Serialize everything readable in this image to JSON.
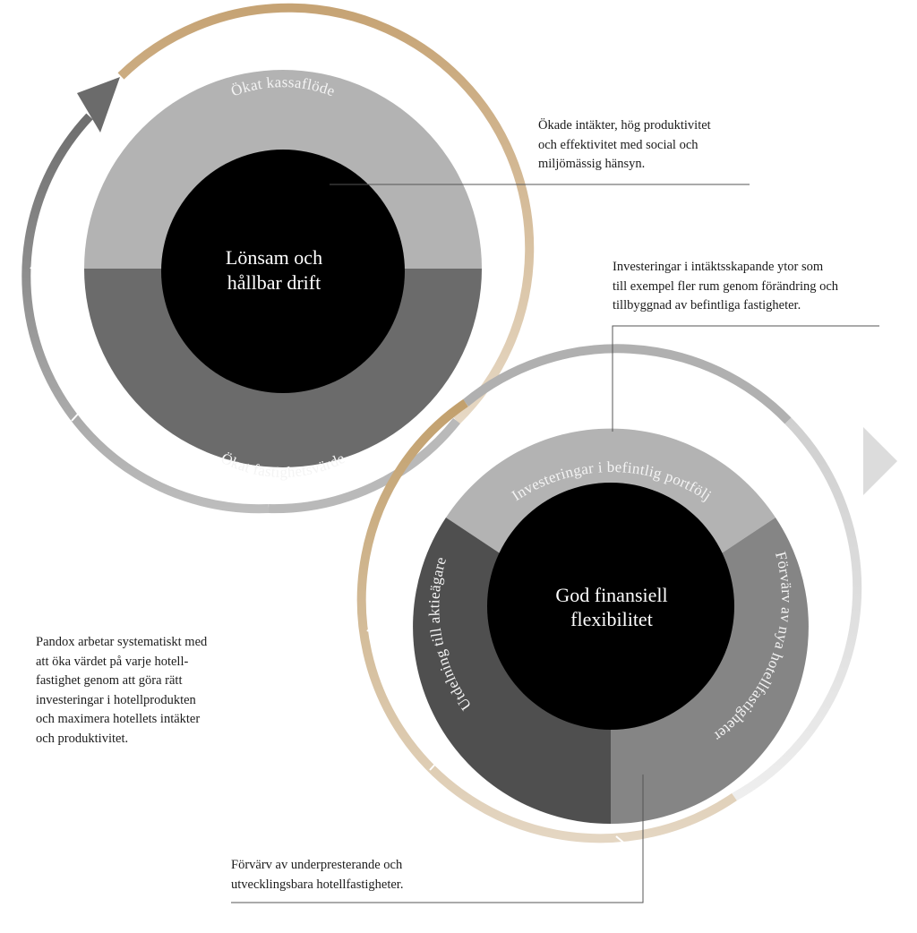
{
  "cycle_top": {
    "center_lines": [
      "Lönsam och",
      "hållbar drift"
    ],
    "upper_segment": "Ökat kassaflöde",
    "lower_segment": "Ökat fastighetsvärde"
  },
  "cycle_bottom": {
    "center_lines": [
      "God finansiell",
      "flexibilitet"
    ],
    "top_segment": "Investeringar i befintlig portfölj",
    "left_segment": "Utdelning till aktieägare",
    "right_segment": "Förvärv av nya hotellfastigheter"
  },
  "notes": {
    "cashflow": [
      "Ökade intäkter, hög produktivitet",
      "och effektivitet med social och",
      "miljömässig hänsyn."
    ],
    "investments": [
      "Investeringar i intäktsskapande ytor som",
      "till exempel fler rum genom förändring och",
      "tillbyggnad av befintliga fastigheter."
    ],
    "pandox": [
      "Pandox arbetar systematiskt med",
      "att öka värdet på varje hotell-",
      "fastighet genom att göra rätt",
      "investeringar i hotellprodukten",
      "och maximera hotellets intäkter",
      "och produktivitet."
    ],
    "acquisition": [
      "Förvärv av underpresterande och",
      "utvecklingsbara hotellfastigheter."
    ]
  },
  "colors": {
    "gold": "#b8935f",
    "gold_light": "#e7dccd",
    "ring_grey": "#a6a6a6",
    "dark_grey": "#6a6a6a",
    "segment_light": "#b2b2b2",
    "segment_mid": "#6b6b6b",
    "segment_dark": "#4f4f4f",
    "core": "#000000",
    "next_arrow": "#dcdcdc"
  }
}
